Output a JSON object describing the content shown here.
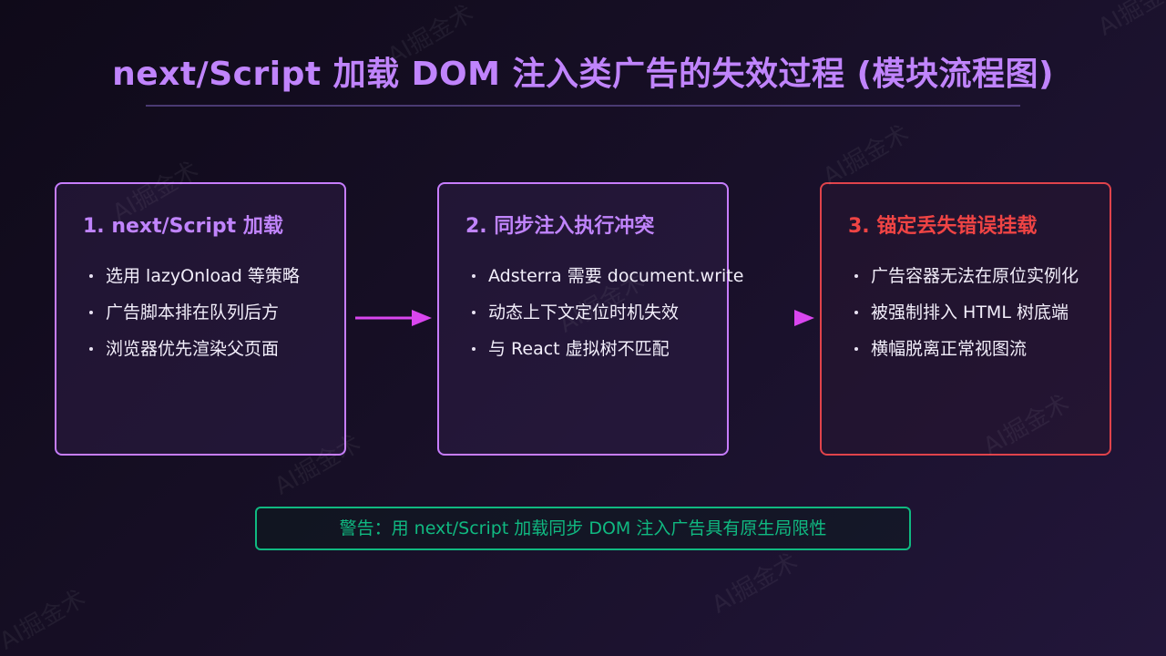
{
  "title": "next/Script 加载 DOM 注入类广告的失效过程 (模块流程图)",
  "colors": {
    "accent_purple": "#c084fc",
    "box_border_purple": "#c77dff",
    "alert_red": "#ef4444",
    "warning_green": "#10b981"
  },
  "steps": [
    {
      "title": "1. next/Script 加载",
      "bullets": [
        "选用 lazyOnload 等策略",
        "广告脚本排在队列后方",
        "浏览器优先渲染父页面"
      ]
    },
    {
      "title": "2. 同步注入执行冲突",
      "bullets": [
        "Adsterra 需要 document.write",
        "动态上下文定位时机失效",
        "与 React 虚拟树不匹配"
      ]
    },
    {
      "title": "3. 锚定丢失错误挂载",
      "bullets": [
        "广告容器无法在原位实例化",
        "被强制排入 HTML 树底端",
        "横幅脱离正常视图流"
      ]
    }
  ],
  "warning": "警告：用 next/Script 加载同步 DOM 注入广告具有原生局限性",
  "watermark": "AI掘金术",
  "icons": [
    "arrow-right-icon"
  ]
}
